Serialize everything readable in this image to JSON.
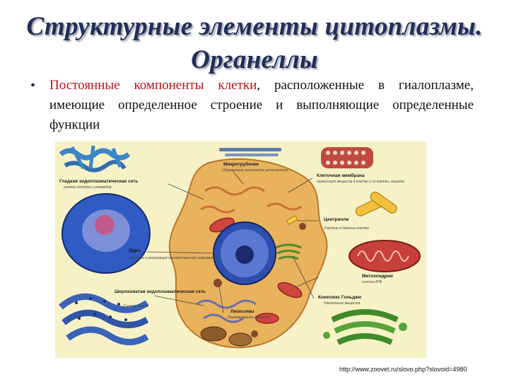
{
  "title": {
    "line1": "Структурные элементы цитоплазмы.",
    "line2": "Органеллы"
  },
  "body": {
    "highlight": "Постоянные компоненты клетки",
    "rest": ", расположенные в гиалоплазме, имеющие определенное строение и выполняющие определенные функции"
  },
  "figure": {
    "labels": {
      "microtubules": "Микротрубочки",
      "microtubules_sub": "Образование органоидов цитоскелета",
      "membrane": "Клеточная мембрана",
      "membrane_sub": "транспорт веществ в клетку и из клетки, защита",
      "smooth_er": "Гладкая эндоплазматическая сеть",
      "smooth_er_sub": "синтез липидов и углеводов",
      "centrioles": "Центриоли",
      "centrioles_sub": "Участие в делении клетки",
      "nucleus": "Ядро",
      "nucleus_sub": "хранение и реализация наследственной информации",
      "mitochondria": "Митохондрии",
      "mitochondria_sub": "синтез АТФ",
      "rough_er": "Шероховатая эндоплазматическая сеть",
      "rough_er_sub": "Синтез белков",
      "golgi": "Комплекс Гольджи",
      "golgi_sub": "Накопление веществ",
      "lysosomes": "Лизосомы",
      "lysosomes_sub": "Переваривание веществ"
    }
  },
  "source_url": "http://www.zoovet.ru/slovo.php?slovoid=4980",
  "colors": {
    "title": "#1f2f5a",
    "highlight": "#b5121b",
    "figure_bg": "#f7f1c6",
    "cell": "#e9b25c",
    "nucleus": "#2d4fb0"
  }
}
